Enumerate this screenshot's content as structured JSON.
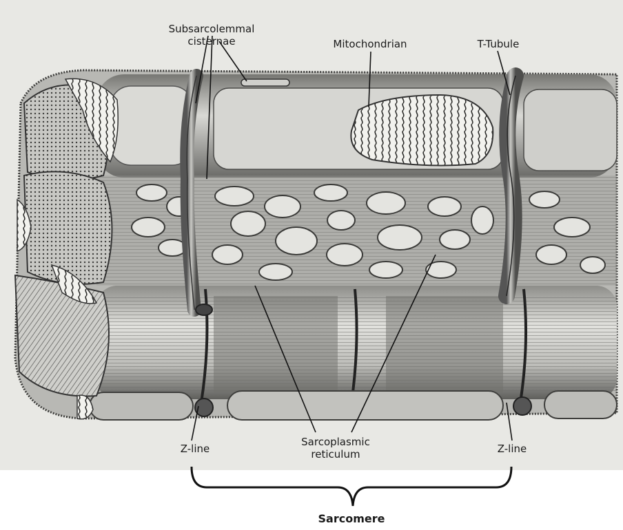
{
  "figure": {
    "labels": {
      "subsarcolemmal_1": "Subsarcolemmal",
      "subsarcolemmal_2": "cisternae",
      "mitochondrian": "Mitochondrian",
      "t_tubule": "T-Tubule",
      "z_line_left": "Z-line",
      "z_line_right": "Z-line",
      "sr_1": "Sarcoplasmic",
      "sr_2": "reticulum",
      "sarcomere": "Sarcomere"
    },
    "colors": {
      "paper": "#e6e6e2",
      "fiber_light": "#d4d4d0",
      "fiber_mid": "#a9a9a5",
      "fiber_dark": "#5c5c5a",
      "ink": "#1a1a1a"
    }
  }
}
